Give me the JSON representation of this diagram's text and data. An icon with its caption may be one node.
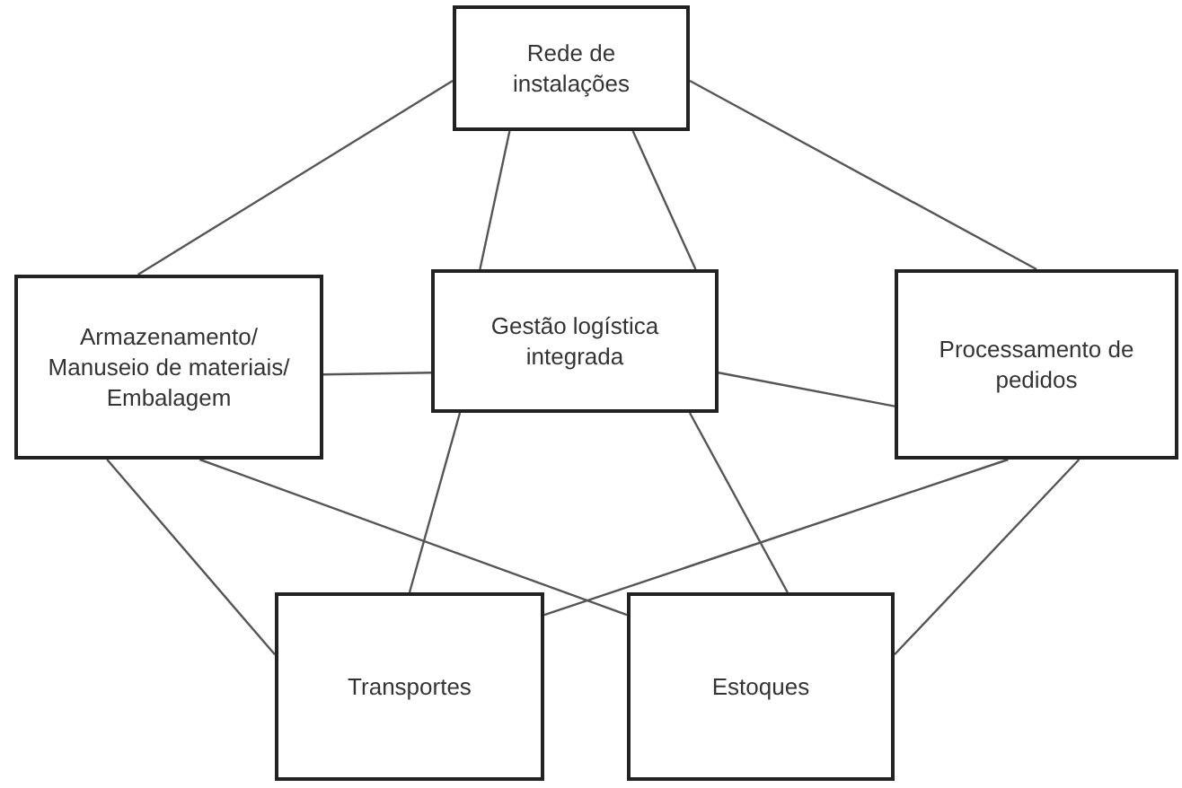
{
  "diagram": {
    "nodes": [
      {
        "text": [
          "Rede de instalações"
        ]
      },
      {
        "text": [
          "Armazenamento/ Manuseio de materiais/ Embalagem"
        ]
      },
      {
        "text": [
          "Gestão logística integrada"
        ]
      },
      {
        "text": [
          "Processamento de pedidos"
        ]
      },
      {
        "text": [
          "Transportes"
        ]
      },
      {
        "text": [
          "Estoques"
        ]
      }
    ],
    "edges": [
      {
        "from": 0,
        "to": 1,
        "arrow": "none"
      },
      {
        "from": 0,
        "to": 3,
        "arrow": "none"
      },
      {
        "from": 0,
        "to": 2,
        "arrow": "none"
      },
      {
        "from": 0,
        "to": 2,
        "arrow": "none"
      },
      {
        "from": 1,
        "to": 2,
        "arrow": "none"
      },
      {
        "from": 2,
        "to": 3,
        "arrow": "none"
      },
      {
        "from": 1,
        "to": 4,
        "arrow": "none"
      },
      {
        "from": 1,
        "to": 5,
        "arrow": "none"
      },
      {
        "from": 3,
        "to": 4,
        "arrow": "none"
      },
      {
        "from": 3,
        "to": 5,
        "arrow": "none"
      },
      {
        "from": 2,
        "to": 4,
        "arrow": "none"
      },
      {
        "from": 2,
        "to": 5,
        "arrow": "none"
      }
    ]
  }
}
